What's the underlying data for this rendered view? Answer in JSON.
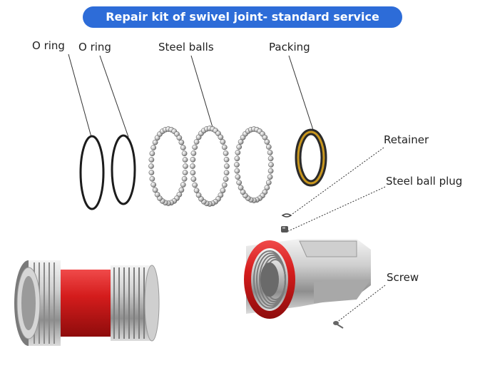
{
  "title": "Repair kit of swivel joint- standard service",
  "labels": {
    "o_ring_1": "O ring",
    "o_ring_2": "O ring",
    "steel_balls": "Steel balls",
    "packing": "Packing",
    "retainer": "Retainer",
    "steel_ball_plug": "Steel ball plug",
    "screw": "Screw"
  },
  "colors": {
    "title_bg": "#2d6cd8",
    "red_band": "#d01818",
    "packing_gold": "#b8860b",
    "steel": "#b8b8b8"
  }
}
